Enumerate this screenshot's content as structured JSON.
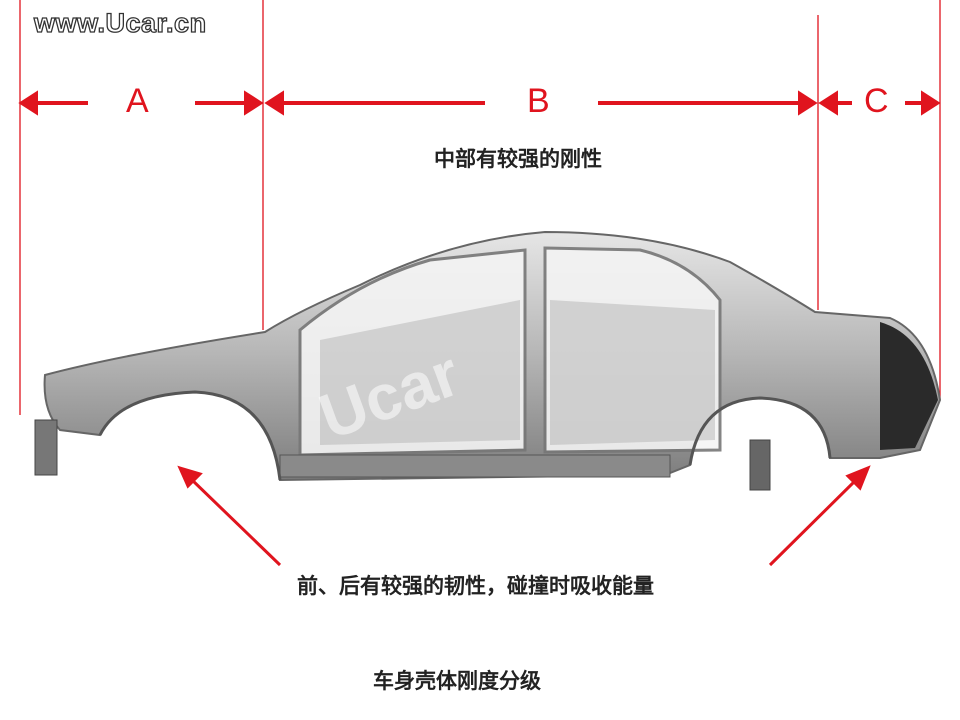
{
  "watermark_site": "www.Ucar.cn",
  "watermark_logo": "Ucar",
  "zones": {
    "a": "A",
    "b": "B",
    "c": "C"
  },
  "captions": {
    "middle": "中部有较强的刚性",
    "front_rear": "前、后有较强的韧性，碰撞时吸收能量",
    "title": "车身壳体刚度分级"
  },
  "colors": {
    "accent": "#e0141e",
    "text": "#222222",
    "body": "#b8b8b8"
  }
}
